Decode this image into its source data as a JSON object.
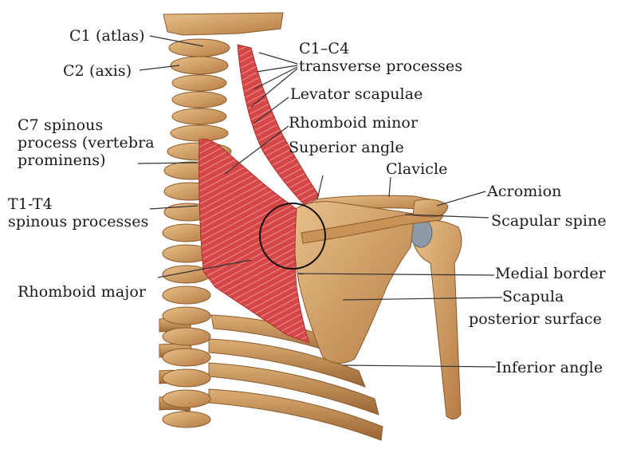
{
  "labels": {
    "c1_atlas": "C1 (atlas)",
    "c2_axis": "C2 (axis)",
    "c1_c4_line1": "C1–C4",
    "c1_c4_line2": "transverse processes",
    "levator_scapulae": "Levator scapulae",
    "c7_line1": "C7 spinous",
    "c7_line2": "process (vertebra",
    "c7_line3": "prominens)",
    "rhomboid_minor": "Rhomboid minor",
    "superior_angle": "Superior angle",
    "clavicle": "Clavicle",
    "t1_t4_line1": "T1-T4",
    "t1_t4_line2": "spinous processes",
    "acromion": "Acromion",
    "scapular_spine": "Scapular spine",
    "medial_border": "Medial border",
    "rhomboid_major": "Rhomboid major",
    "scapula_line1": "Scapula",
    "scapula_line2": "posterior surface",
    "inferior_angle": "Inferior angle"
  },
  "colors": {
    "bone": "#d9a86a",
    "bone_shade": "#a8703a",
    "muscle": "#d94a4a",
    "muscle_stripe": "#f2b3ad",
    "leader": "#333333"
  }
}
